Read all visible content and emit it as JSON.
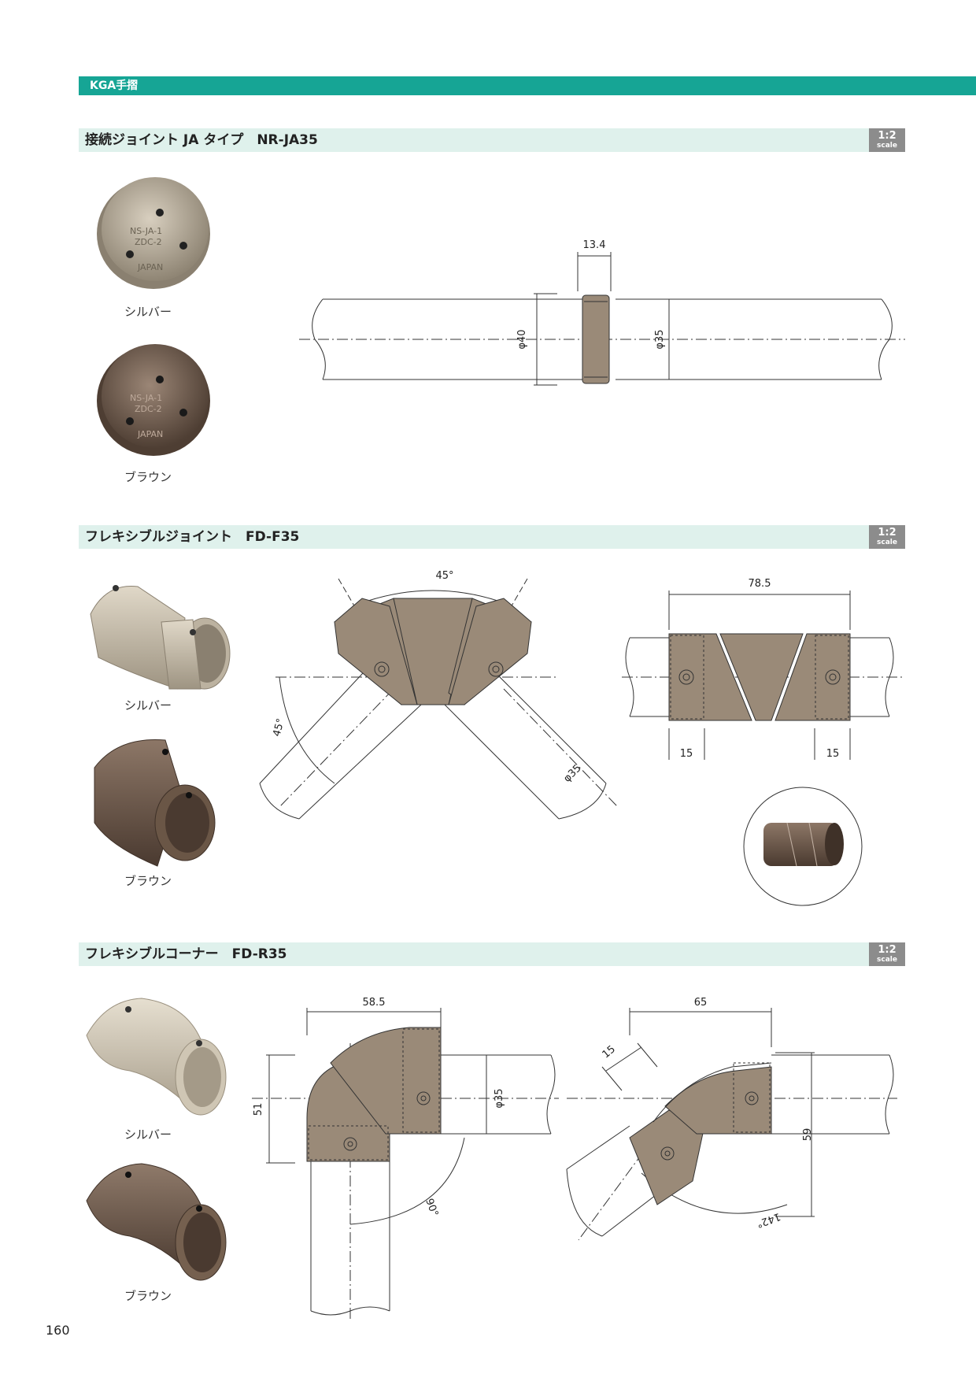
{
  "header": {
    "category": "KGA手摺"
  },
  "sections": [
    {
      "title": "接続ジョイント JA タイプ　NR-JA35",
      "scale": {
        "ratio": "1:2",
        "unit": "scale"
      },
      "variants": [
        "シルバー",
        "ブラウン"
      ],
      "dims": {
        "width": "13.4",
        "outer_dia": "φ40",
        "pipe_dia": "φ35"
      }
    },
    {
      "title": "フレキシブルジョイント　FD-F35",
      "scale": {
        "ratio": "1:2",
        "unit": "scale"
      },
      "variants": [
        "シルバー",
        "ブラウン"
      ],
      "dims": {
        "angle_top": "45°",
        "angle_left": "45°",
        "pipe_dia": "φ35",
        "length": "78.5",
        "end_left": "15",
        "end_right": "15"
      }
    },
    {
      "title": "フレキシブルコーナー　FD-R35",
      "scale": {
        "ratio": "1:2",
        "unit": "scale"
      },
      "variants": [
        "シルバー",
        "ブラウン"
      ],
      "dims": {
        "width_a": "58.5",
        "height_a": "51",
        "pipe_dia": "φ35",
        "angle_a": "90°",
        "width_b": "65",
        "end_b": "15",
        "height_b": "59",
        "angle_b": "142°"
      }
    }
  ],
  "colors": {
    "accent": "#16a595",
    "section_bg": "#dff1ec",
    "fitting": "#9a8a78",
    "silver": "#c6bca9",
    "brown": "#6e5a4b"
  },
  "page_number": "160"
}
